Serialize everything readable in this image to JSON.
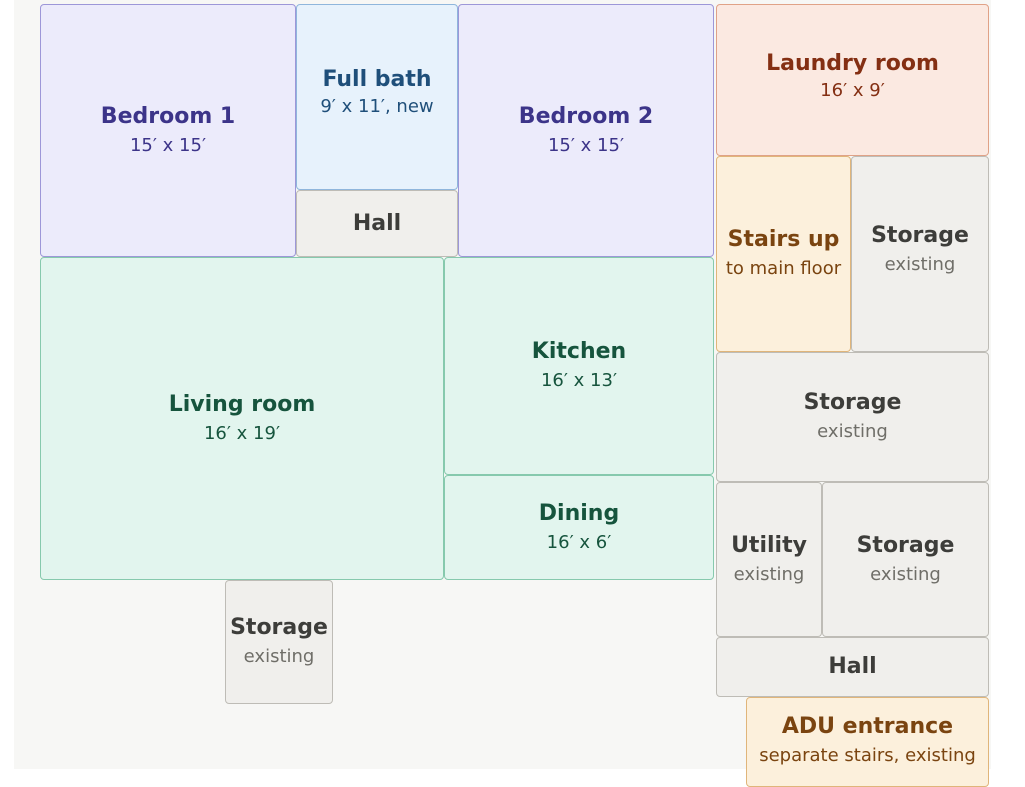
{
  "rooms": {
    "bedroom1": {
      "name": "Bedroom 1",
      "sub": "15′ x 15′"
    },
    "full_bath": {
      "name": "Full bath",
      "sub": "9′ x 11′, new"
    },
    "hall_top": {
      "name": "Hall"
    },
    "bedroom2": {
      "name": "Bedroom 2",
      "sub": "15′ x 15′"
    },
    "laundry": {
      "name": "Laundry room",
      "sub": "16′ x 9′"
    },
    "stairs": {
      "name": "Stairs up",
      "sub": "to main floor"
    },
    "storage_a": {
      "name": "Storage",
      "sub": "existing"
    },
    "living": {
      "name": "Living room",
      "sub": "16′ x 19′"
    },
    "kitchen": {
      "name": "Kitchen",
      "sub": "16′ x 13′"
    },
    "storage_b": {
      "name": "Storage",
      "sub": "existing"
    },
    "dining": {
      "name": "Dining",
      "sub": "16′ x 6′"
    },
    "utility": {
      "name": "Utility",
      "sub": "existing"
    },
    "storage_c": {
      "name": "Storage",
      "sub": "existing"
    },
    "storage_d": {
      "name": "Storage",
      "sub": "existing"
    },
    "hall_right": {
      "name": "Hall"
    },
    "adu": {
      "name": "ADU entrance",
      "sub": "separate stairs, existing"
    }
  },
  "colors": {
    "bedroom": "#ecebfb",
    "bath": "#e7f2fc",
    "living": "#e2f5ee",
    "storage": "#f0efec",
    "laundry": "#fbe9e1",
    "stairs": "#fcf0dc"
  }
}
